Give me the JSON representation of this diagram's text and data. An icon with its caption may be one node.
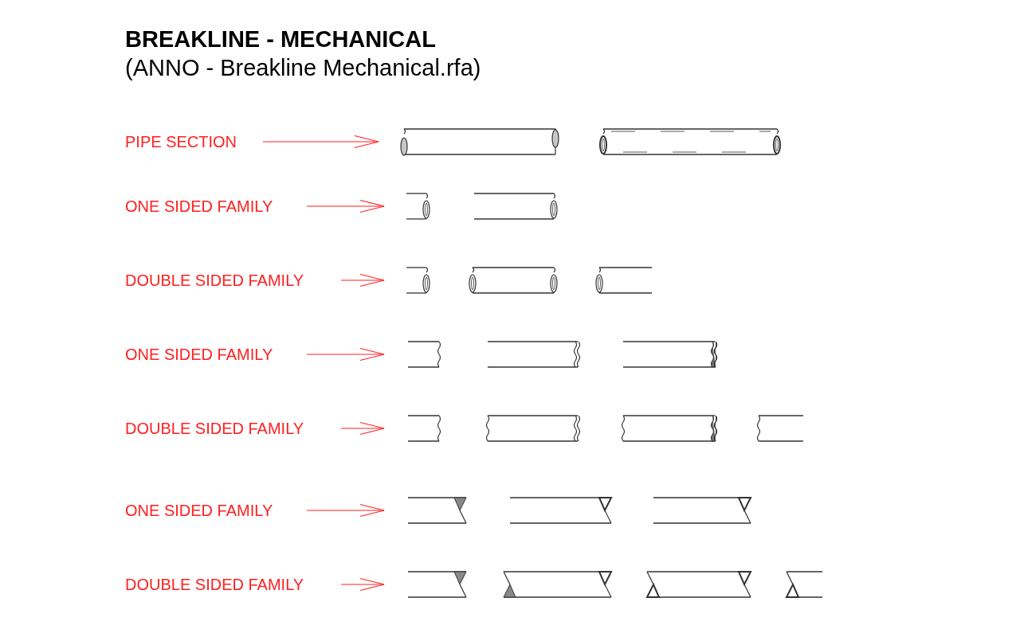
{
  "diagram": {
    "title": "BREAKLINE - MECHANICAL",
    "caption": "(ANNO - Breakline Mechanical.rfa)",
    "nodes": [
      {
        "text": [
          "PIPE SECTION"
        ]
      },
      {
        "text": [],
        "shape": "picture"
      },
      {
        "text": [
          "ONE SIDED FAMILY"
        ]
      },
      {
        "text": [],
        "shape": "picture"
      },
      {
        "text": [
          "DOUBLE SIDED FAMILY"
        ]
      },
      {
        "text": [],
        "shape": "picture"
      },
      {
        "text": [
          "ONE SIDED FAMILY"
        ]
      },
      {
        "text": [],
        "shape": "picture"
      },
      {
        "text": [
          "DOUBLE SIDED FAMILY"
        ]
      },
      {
        "text": [],
        "shape": "picture"
      },
      {
        "text": [
          "ONE SIDED FAMILY"
        ]
      },
      {
        "text": [],
        "shape": "picture"
      },
      {
        "text": [
          "DOUBLE SIDED FAMILY"
        ]
      },
      {
        "text": [],
        "shape": "picture"
      }
    ],
    "edges": [
      {
        "from": 0,
        "to": 1,
        "arrow": "to",
        "color": "#ff2020"
      },
      {
        "from": 2,
        "to": 3,
        "arrow": "to",
        "color": "#ff2020"
      },
      {
        "from": 4,
        "to": 5,
        "arrow": "to",
        "color": "#ff2020"
      },
      {
        "from": 6,
        "to": 7,
        "arrow": "to",
        "color": "#ff2020"
      },
      {
        "from": 8,
        "to": 9,
        "arrow": "to",
        "color": "#ff2020"
      },
      {
        "from": 10,
        "to": 11,
        "arrow": "to",
        "color": "#ff2020"
      },
      {
        "from": 12,
        "to": 13,
        "arrow": "to",
        "color": "#ff2020"
      }
    ]
  }
}
